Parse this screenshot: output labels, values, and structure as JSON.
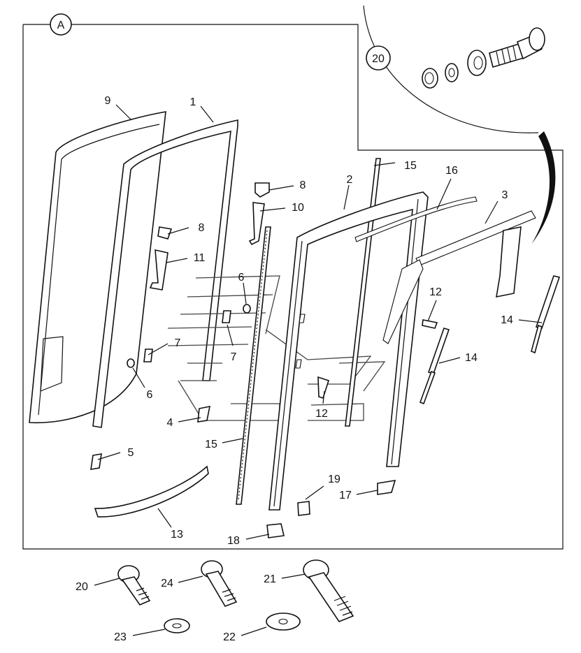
{
  "diagram": {
    "view_label": "A",
    "detail_callout": "20",
    "parts": [
      {
        "id": "p1",
        "label": "1"
      },
      {
        "id": "p2",
        "label": "2"
      },
      {
        "id": "p3",
        "label": "3"
      },
      {
        "id": "p4",
        "label": "4"
      },
      {
        "id": "p5",
        "label": "5"
      },
      {
        "id": "p6a",
        "label": "6"
      },
      {
        "id": "p6b",
        "label": "6"
      },
      {
        "id": "p7a",
        "label": "7"
      },
      {
        "id": "p7b",
        "label": "7"
      },
      {
        "id": "p8a",
        "label": "8"
      },
      {
        "id": "p8b",
        "label": "8"
      },
      {
        "id": "p9",
        "label": "9"
      },
      {
        "id": "p10",
        "label": "10"
      },
      {
        "id": "p11",
        "label": "11"
      },
      {
        "id": "p12a",
        "label": "12"
      },
      {
        "id": "p12b",
        "label": "12"
      },
      {
        "id": "p13",
        "label": "13"
      },
      {
        "id": "p14a",
        "label": "14"
      },
      {
        "id": "p14b",
        "label": "14"
      },
      {
        "id": "p15a",
        "label": "15"
      },
      {
        "id": "p15b",
        "label": "15"
      },
      {
        "id": "p16",
        "label": "16"
      },
      {
        "id": "p17",
        "label": "17"
      },
      {
        "id": "p18",
        "label": "18"
      },
      {
        "id": "p19",
        "label": "19"
      },
      {
        "id": "p20",
        "label": "20"
      },
      {
        "id": "p21",
        "label": "21"
      },
      {
        "id": "p22",
        "label": "22"
      },
      {
        "id": "p23",
        "label": "23"
      },
      {
        "id": "p24",
        "label": "24"
      }
    ]
  }
}
